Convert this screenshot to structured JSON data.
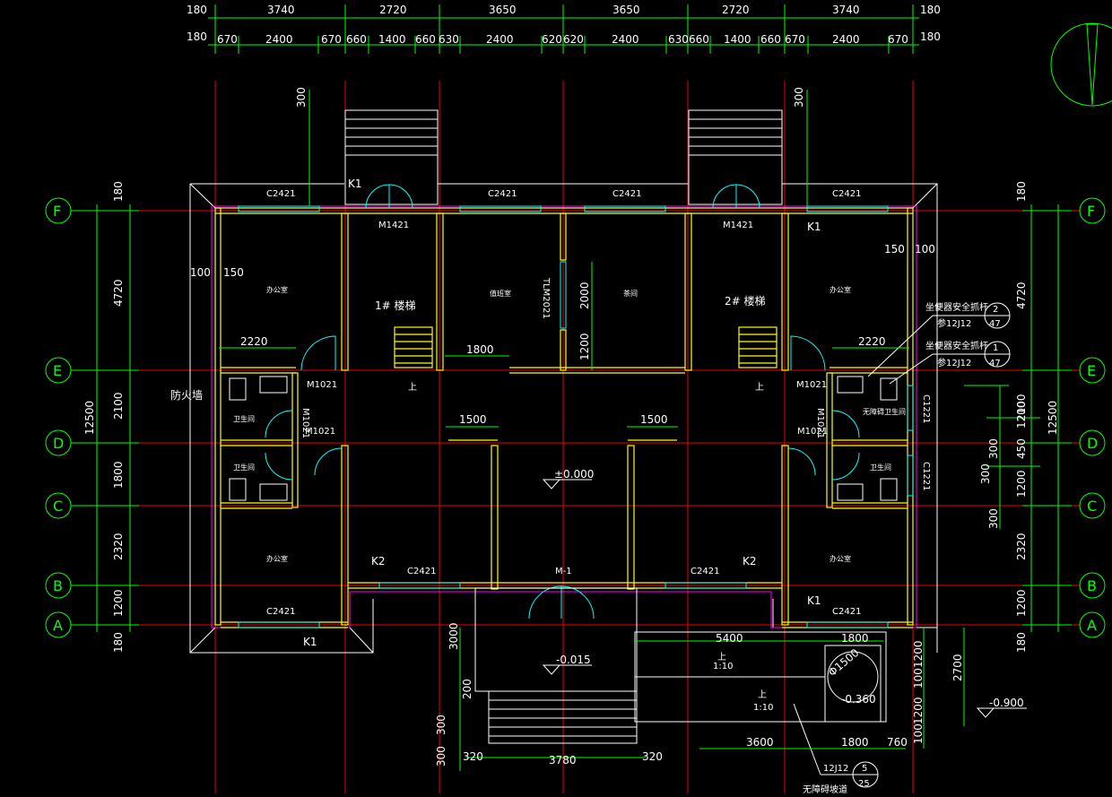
{
  "dims": {
    "top_row1": [
      "180",
      "3740",
      "2720",
      "3650",
      "3650",
      "2720",
      "3740",
      "180"
    ],
    "top_row2": [
      "180",
      "670",
      "2400",
      "670",
      "660",
      "1400",
      "660",
      "630",
      "2400",
      "620",
      "620",
      "2400",
      "630",
      "660",
      "1400",
      "660",
      "670",
      "2400",
      "670",
      "180"
    ],
    "left": [
      "180",
      "1200",
      "2320",
      "1800",
      "2100",
      "4720",
      "180",
      "12500"
    ],
    "right": [
      "180",
      "1200",
      "2320",
      "1200",
      "450",
      "1200",
      "2100",
      "4720",
      "180",
      "12500",
      "300",
      "300"
    ],
    "bottom": [
      "320",
      "3780",
      "320",
      "3600",
      "1800",
      "760",
      "5400",
      "1800",
      "2700",
      "1200",
      "1200",
      "100",
      "100"
    ],
    "interior": [
      "2220",
      "2220",
      "1800",
      "1500",
      "1500",
      "2000",
      "1200",
      "150",
      "100",
      "150",
      "100",
      "3000",
      "300",
      "200",
      "300",
      "300",
      "300",
      "300"
    ]
  },
  "axes": {
    "rows": [
      "F",
      "E",
      "D",
      "C",
      "B",
      "A"
    ]
  },
  "labels": {
    "windows": [
      "C2421",
      "C2421",
      "C2421",
      "C2421",
      "C2421",
      "C2421",
      "C2421",
      "C2421",
      "C1221",
      "C1221"
    ],
    "doors": [
      "M1421",
      "M1421",
      "M1021",
      "M1021",
      "M1021",
      "M1021",
      "M1021",
      "M1021",
      "TLM2021",
      "M-1"
    ],
    "k": [
      "K1",
      "K1",
      "K2",
      "K2",
      "K1",
      "K1"
    ],
    "stair1": "1# 楼梯",
    "stair2": "2# 楼梯",
    "fire_wall": "防火墙",
    "elev_0": "±0.000",
    "elev_1": "-0.015",
    "elev_2": "-0.360",
    "elev_3": "-0.900",
    "phi": "Φ1500",
    "ramp1": "1:10",
    "ramp2": "1:10",
    "up1": "上",
    "up2": "上",
    "up3": "上",
    "up4": "上",
    "grab1": "坐便器安全抓杆",
    "grab1n": "2",
    "grab1ref": "参12J12",
    "grab1p": "47",
    "grab2": "坐便器安全抓杆",
    "grab2n": "1",
    "grab2ref": "参12J12",
    "grab2p": "47",
    "ramp_ref": "12J12",
    "ramp_ref_n": "5",
    "ramp_ref_p": "25",
    "ramp_name": "无障碍坡道"
  },
  "rooms": {
    "office1": "办公室",
    "office2": "办公室",
    "office3": "办公室",
    "office4": "办公室",
    "duty": "值班室",
    "tea": "茶间",
    "wc1": "卫生间",
    "wc2": "卫生间",
    "wc3": "卫生间",
    "wc4": "无障碍卫生间"
  }
}
